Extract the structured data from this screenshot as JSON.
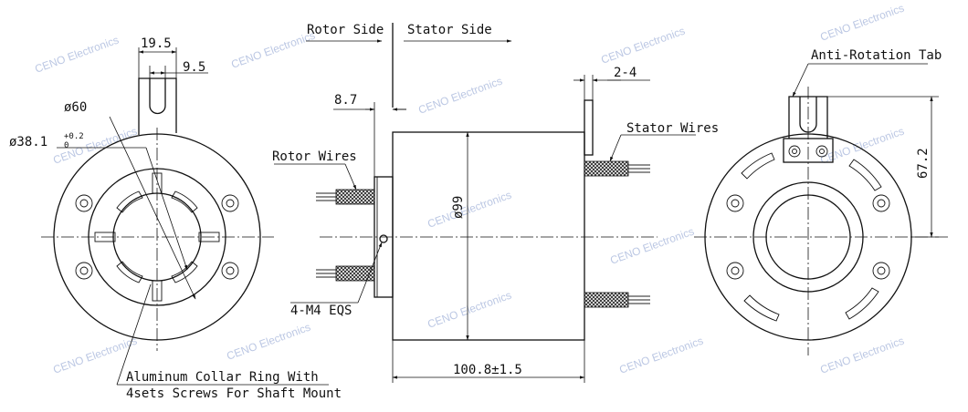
{
  "watermark": "CENO Electronics",
  "labels": {
    "rotor_side": "Rotor Side",
    "stator_side": "Stator Side",
    "anti_rotation_tab": "Anti-Rotation Tab",
    "stator_wires": "Stator Wires",
    "rotor_wires": "Rotor Wires",
    "screws": "4-M4 EQS",
    "collar_line1": "Aluminum Collar Ring With",
    "collar_line2": "4sets Screws For Shaft Mount"
  },
  "dimensions": {
    "tab_width": "19.5",
    "slot_width": "9.5",
    "outer_dia": "ø60",
    "bore_dia": "ø38.1",
    "bore_tol_upper": "+0.2",
    "bore_tol_lower": "0",
    "flange_thickness": "8.7",
    "tab_thickness": "2-4",
    "body_dia": "ø99",
    "length": "100.8±1.5",
    "tab_height": "67.2"
  }
}
